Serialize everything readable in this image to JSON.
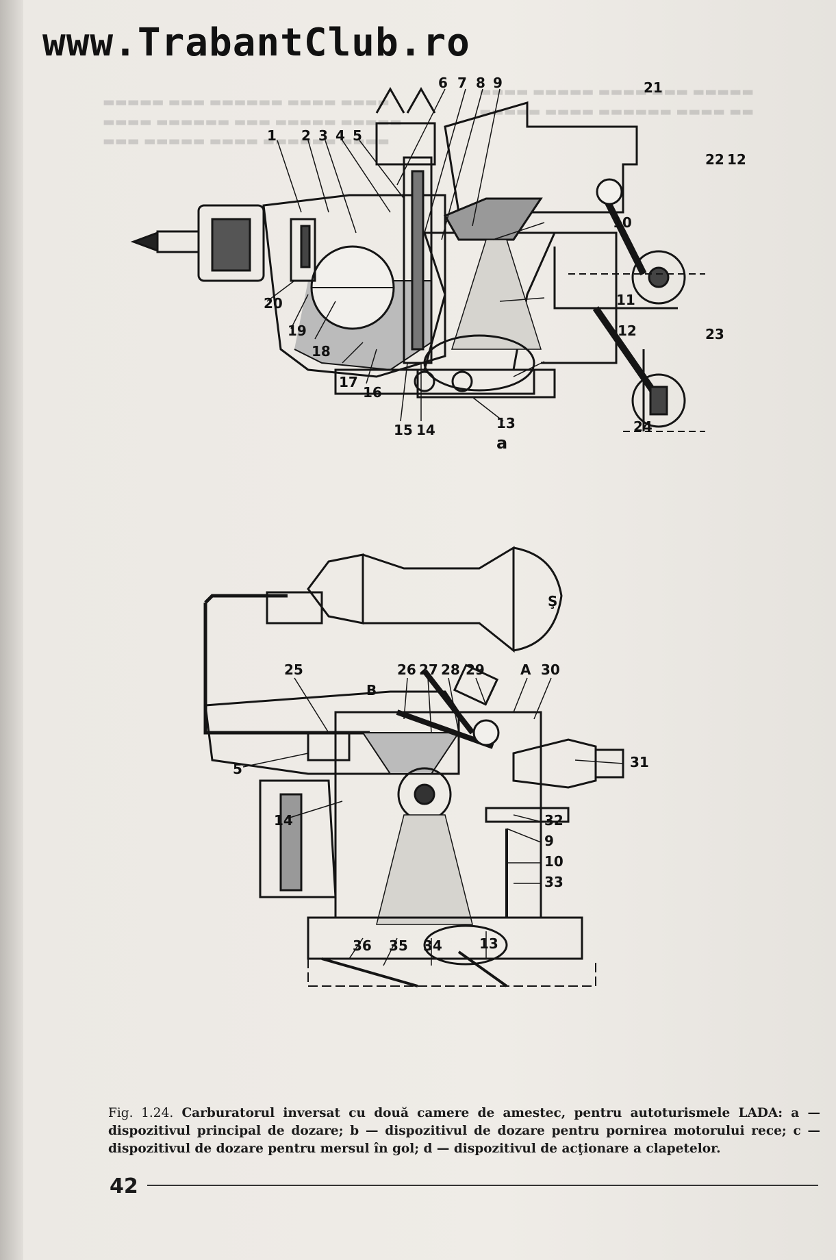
{
  "watermark": "www.TrabantClub.ro",
  "figure": {
    "labels_a": [
      "1",
      "2",
      "3",
      "4",
      "5",
      "6",
      "7",
      "8",
      "9",
      "21",
      "22",
      "12",
      "10",
      "20",
      "19",
      "18",
      "17",
      "16",
      "15",
      "14",
      "11",
      "12",
      "13",
      "23",
      "24"
    ],
    "sub_a": "a",
    "labels_b": [
      "25",
      "26",
      "27",
      "28",
      "29",
      "A",
      "30",
      "B",
      "31",
      "5",
      "14",
      "32",
      "9",
      "10",
      "33",
      "36",
      "35",
      "34",
      "13"
    ],
    "label_s": "Ş"
  },
  "caption": {
    "fig_number": "Fig. 1.24.",
    "text": "Carburatorul inversat cu două camere de amestec, pentru autoturismele LADA: a — dispozitivul principal de dozare; b — dispozitivul de dozare pentru pornirea motorului rece; c — dispozitivul de dozare pentru mersul în gol; d — dispozitivul de acţionare a clapetelor."
  },
  "page_number": "42"
}
